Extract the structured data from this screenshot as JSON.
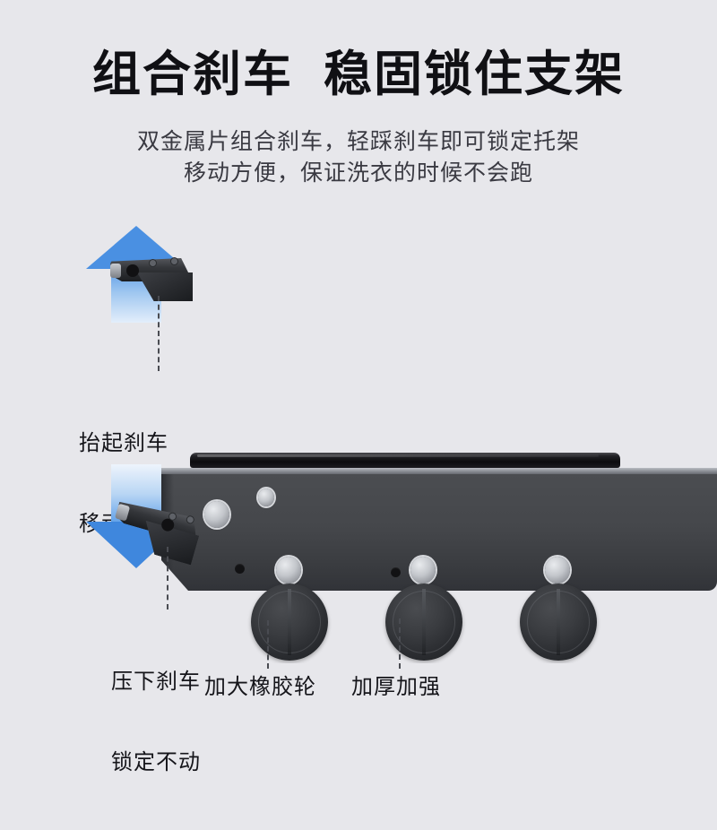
{
  "header": {
    "headline": "组合刹车  稳固锁住支架",
    "subtitle_line1": "双金属片组合刹车，轻踩刹车即可锁定托架",
    "subtitle_line2": "移动方便，保证洗衣的时候不会跑"
  },
  "colors": {
    "background": "#e7e7eb",
    "headline_text": "#101014",
    "subtitle_text": "#3a3a42",
    "callout_text": "#15151a",
    "arrow_blue": "#4a90e2",
    "arrow_blue_dark": "#3f87dd",
    "body_dark": "#45474b",
    "rail_black": "#0c0c0e",
    "bolt_metal": "#c3c6cb",
    "wheel_black": "#2a2c30"
  },
  "panels": [
    {
      "id": "brake-released",
      "arrow": {
        "direction": "up",
        "name": "arrow-up-icon"
      },
      "lever_state": "raised",
      "callout": {
        "line1": "抬起刹车",
        "line2": "移动重物"
      },
      "wheel_count": 3,
      "bolt_count": 5
    },
    {
      "id": "brake-engaged",
      "arrow": {
        "direction": "down",
        "name": "arrow-down-icon"
      },
      "lever_state": "pressed",
      "callout": {
        "line1": "压下刹车",
        "line2": "锁定不动"
      },
      "wheel_count": 3,
      "bolt_count": 5
    }
  ],
  "bottom_callouts": [
    {
      "id": "rubber-wheel",
      "label": "加大橡胶轮"
    },
    {
      "id": "reinforced",
      "label": "加厚加强"
    }
  ]
}
